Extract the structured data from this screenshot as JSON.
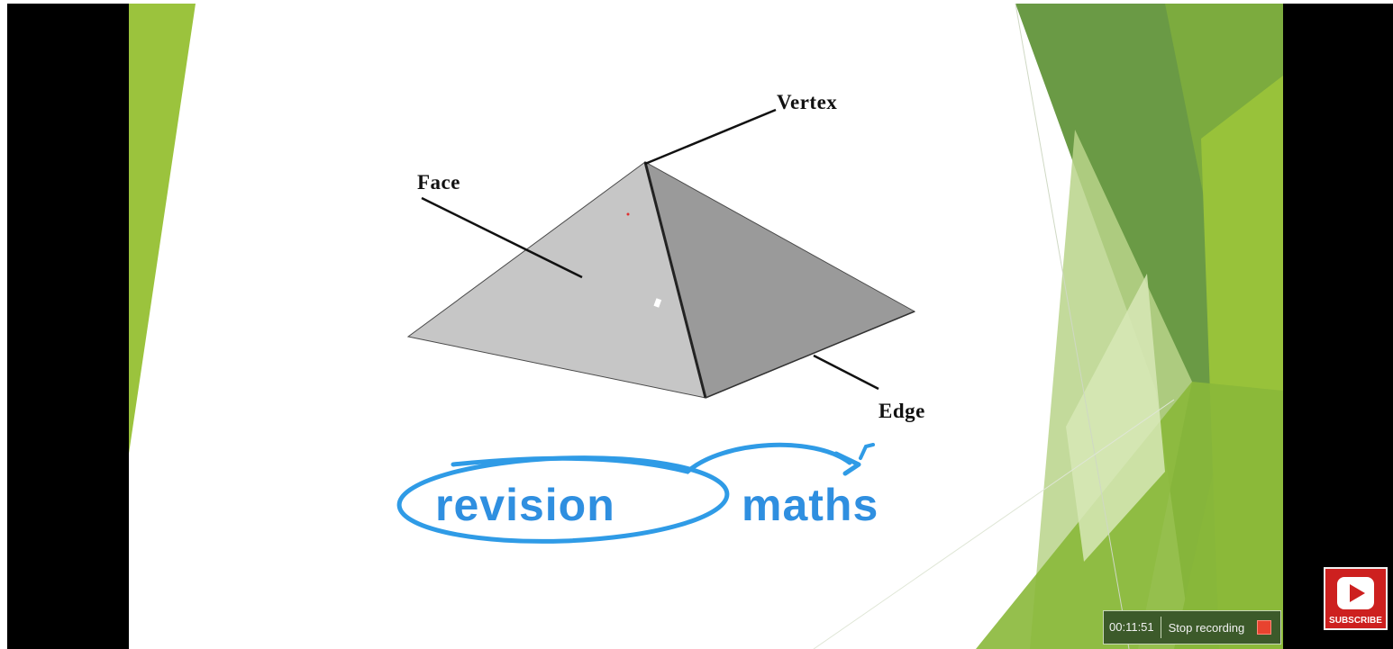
{
  "diagram": {
    "labels": {
      "vertex": "Vertex",
      "face": "Face",
      "edge": "Edge"
    }
  },
  "logo": {
    "word1": "revision",
    "word2": "maths",
    "color": "#2f8fe0"
  },
  "recording": {
    "timer": "00:11:51",
    "stop_label": "Stop recording"
  },
  "subscribe": {
    "label": "SUBSCRIBE",
    "color": "#cd201f"
  },
  "theme": {
    "green_light": "#9bc33d",
    "green_dark": "#5f8d3a"
  }
}
